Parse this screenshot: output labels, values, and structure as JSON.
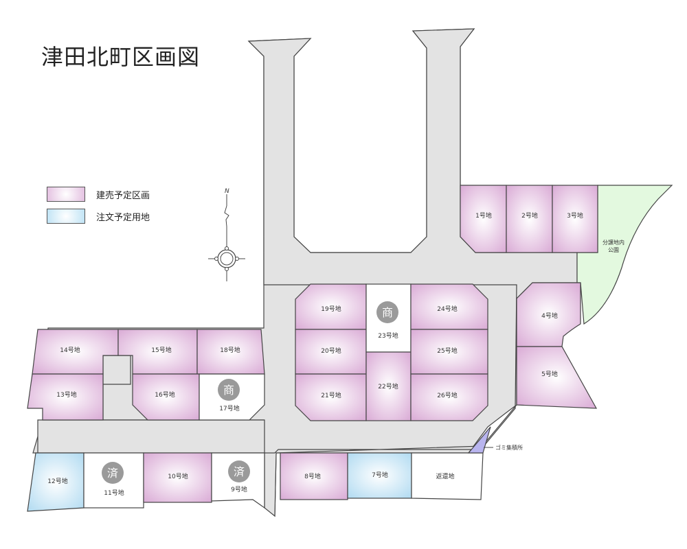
{
  "title": "津田北町区画図",
  "legend": [
    {
      "label": "建売予定区画",
      "color": "#e3bfe0"
    },
    {
      "label": "注文予定用地",
      "color": "#bfe3f5"
    }
  ],
  "compass": {
    "north": "N"
  },
  "lots": {
    "l1": "1号地",
    "l2": "2号地",
    "l3": "3号地",
    "l4": "4号地",
    "l5": "5号地",
    "l7": "7号地",
    "l8": "8号地",
    "l9": "9号地",
    "l10": "10号地",
    "l11": "11号地",
    "l12": "12号地",
    "l13": "13号地",
    "l14": "14号地",
    "l15": "15号地",
    "l16": "16号地",
    "l17": "17号地",
    "l18": "18号地",
    "l19": "19号地",
    "l20": "20号地",
    "l21": "21号地",
    "l22": "22号地",
    "l23": "23号地",
    "l24": "24号地",
    "l25": "25号地",
    "l26": "26号地",
    "henkan": "返還地"
  },
  "badges": {
    "commercial": "商",
    "sold": "済"
  },
  "park": {
    "line1": "分譲地内",
    "line2": "公園"
  },
  "gomi": "ゴミ集積所",
  "colors": {
    "pink": "#e3bfe0",
    "blue": "#bfe3f5",
    "road": "#e3e3e3",
    "park": "#e3f9df",
    "gomi": "#b8b4ee"
  }
}
